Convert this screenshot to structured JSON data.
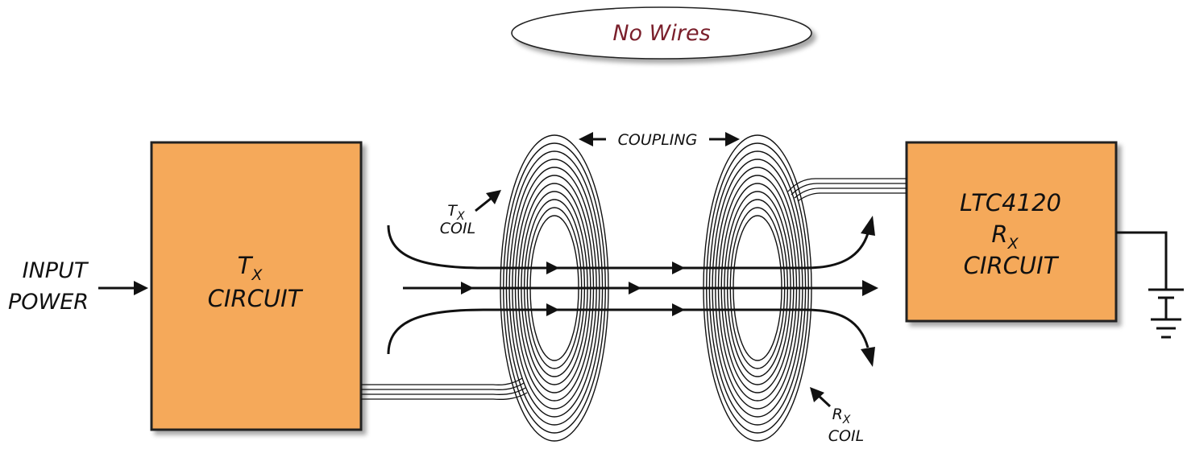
{
  "title": {
    "text": "No Wires",
    "color": "#7a1f2b"
  },
  "input": {
    "line1": "INPUT",
    "line2": "POWER"
  },
  "tx_box": {
    "line1_main": "T",
    "line1_sub": "X",
    "line2": "CIRCUIT",
    "color": "#f5a95a"
  },
  "rx_box": {
    "line1": "LTC4120",
    "line2_main": "R",
    "line2_sub": "X",
    "line3": "CIRCUIT",
    "color": "#f5a95a"
  },
  "coupling": {
    "label": "COUPLING"
  },
  "tx_coil": {
    "line1_main": "T",
    "line1_sub": "X",
    "line2": "COIL",
    "turns": 11
  },
  "rx_coil": {
    "line1_main": "R",
    "line1_sub": "X",
    "line2": "COIL",
    "turns": 11
  },
  "icons": {
    "ground": "ground-symbol-icon",
    "arrow": "arrow-icon"
  }
}
